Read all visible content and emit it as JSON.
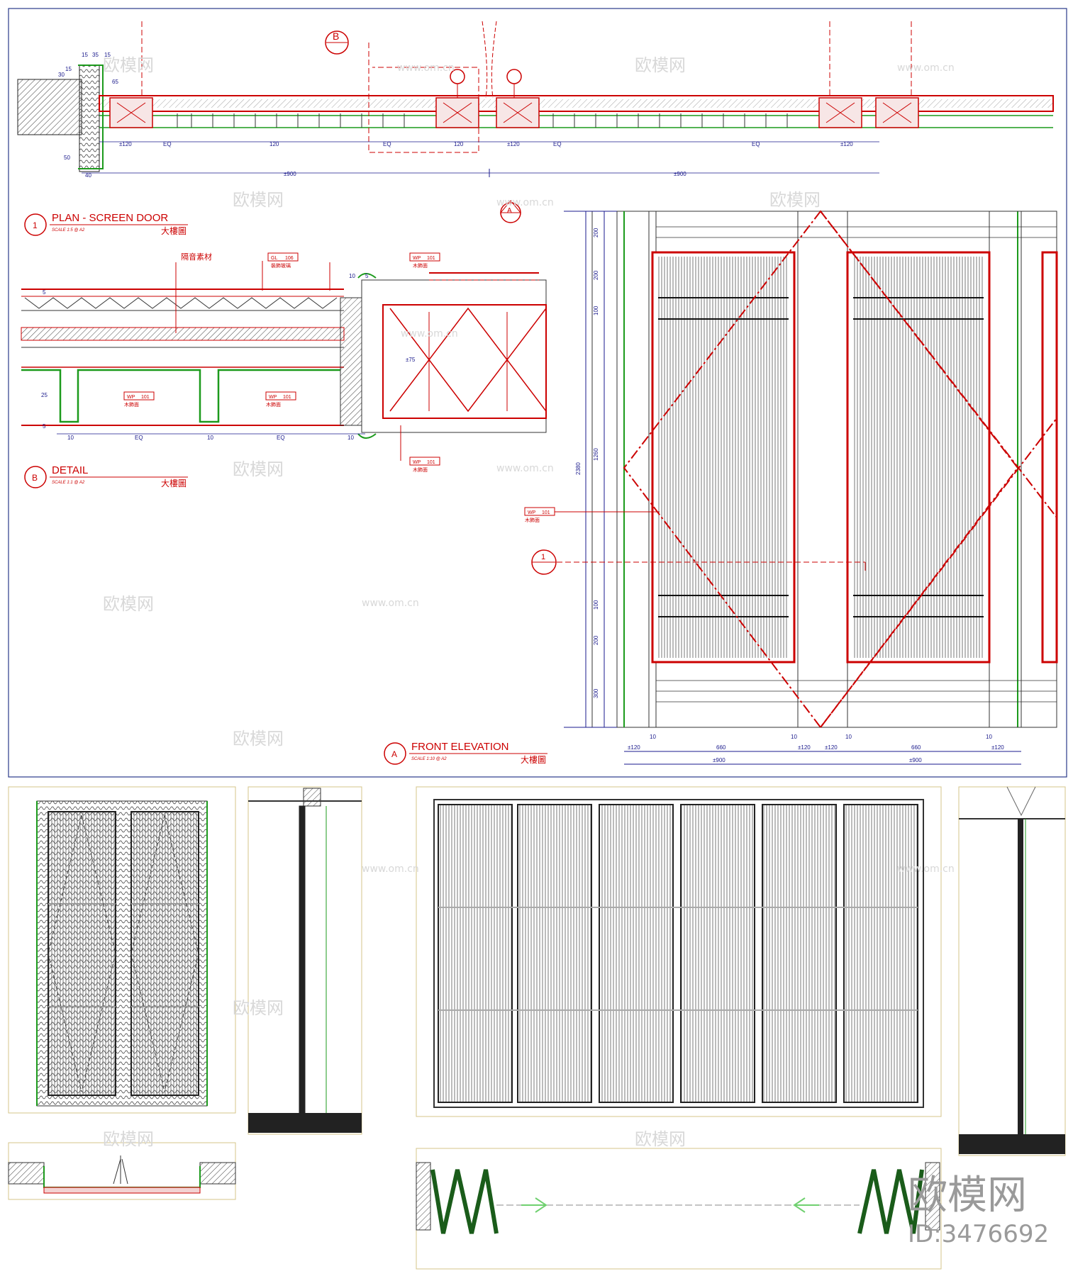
{
  "drawings": {
    "plan": {
      "number": "1",
      "title": "PLAN - SCREEN DOOR",
      "scale": "SCALE 1:5 @ A2",
      "sheet": "大樓圖"
    },
    "detail": {
      "number": "B",
      "title": "DETAIL",
      "scale": "SCALE 1:1 @ A2",
      "sheet": "大樓圖"
    },
    "elevation": {
      "number": "A",
      "title": "FRONT ELEVATION",
      "scale": "SCALE 1:10 @ A2",
      "sheet": "大樓圖"
    }
  },
  "callouts": {
    "section_b": "B",
    "section_a": "A",
    "section_1": "1",
    "detail_note": "隔音素材",
    "gl_code": "GL",
    "gl_num": "106",
    "gl_desc": "裝飾玻璃",
    "wp_code": "WP",
    "wp_num": "101",
    "wp_desc": "木飾面"
  },
  "plan_dims": {
    "top": [
      "15",
      "35",
      "15"
    ],
    "left": [
      "30",
      "15",
      "65",
      "50"
    ],
    "run": [
      "±120",
      "EQ",
      "120",
      "EQ",
      "120",
      "EQ",
      "±120",
      "EQ",
      "±120"
    ],
    "total_left": "±900",
    "total_right": "±900",
    "wall": "40"
  },
  "detail_dims": {
    "left": [
      "5",
      "25",
      "5"
    ],
    "bottom": [
      "10",
      "EQ",
      "10",
      "EQ",
      "10"
    ],
    "top": [
      "10",
      "5"
    ],
    "height": "±75"
  },
  "elev_dims": {
    "left_small": [
      "200",
      "200",
      "100",
      "1260",
      "100",
      "200",
      "300"
    ],
    "total": "2380",
    "bottom1": [
      "±120",
      "10",
      "660",
      "10",
      "±120",
      "±120",
      "10",
      "660",
      "10",
      "±120"
    ],
    "bottom2": [
      "±900",
      "±900"
    ]
  },
  "watermark": {
    "brand": "欧模网",
    "site": "www.om.cn",
    "id": "ID:3476692"
  }
}
